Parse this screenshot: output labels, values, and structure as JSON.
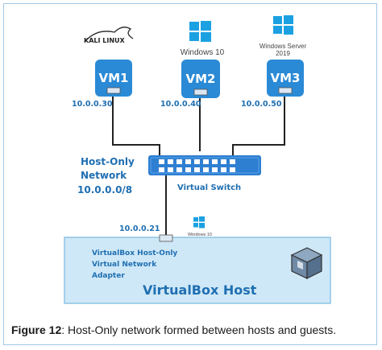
{
  "vms": [
    {
      "label": "VM1",
      "ip": "10.0.0.30",
      "os": "KALI LINUX"
    },
    {
      "label": "VM2",
      "ip": "10.0.0.40",
      "os": "Windows 10"
    },
    {
      "label": "VM3",
      "ip": "10.0.0.50",
      "os": "Windows Server",
      "os_sub": "2019"
    }
  ],
  "network": {
    "line1": "Host-Only",
    "line2": "Network",
    "line3": "10.0.0.0/8"
  },
  "switch_label": "Virtual Switch",
  "host": {
    "ip": "10.0.0.21",
    "os": "Windows 10",
    "adapter_line1": "VirtualBox Host-Only",
    "adapter_line2": "Virtual Network",
    "adapter_line3": "Adapter",
    "title": "VirtualBox Host"
  },
  "caption": {
    "label": "Figure 12",
    "text": ": Host-Only network formed between hosts and guests."
  },
  "colors": {
    "vm_blue": "#2a8ad6",
    "switch_blue": "#2e7fd2",
    "host_fill": "#cfe8f7",
    "label_blue": "#1f6fb2",
    "windows_blue": "#1ba1e2"
  }
}
